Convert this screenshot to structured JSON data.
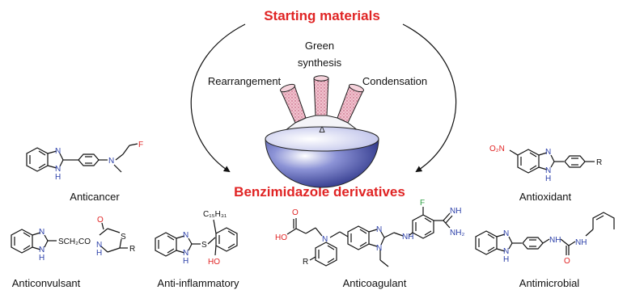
{
  "title_top": "Starting materials",
  "title_center": "Benzimidazole derivatives",
  "methods": {
    "green_line1": "Green",
    "green_line2": "synthesis",
    "rearrangement": "Rearrangement",
    "condensation": "Condensation"
  },
  "flask_symbol": "Δ",
  "activities": {
    "anticancer": "Anticancer",
    "antioxidant": "Antioxidant",
    "anticonvulsant": "Anticonvulsant",
    "anti_inflammatory": "Anti-inflammatory",
    "anticoagulant": "Anticoagulant",
    "antimicrobial": "Antimicrobial"
  },
  "atoms": {
    "N": "N",
    "H": "H",
    "NH": "NH",
    "O": "O",
    "F": "F",
    "S": "S",
    "R": "R",
    "HO": "HO",
    "O2N": "O₂N",
    "NH2": "NH₂",
    "SCH2CO": "SCH₂CO",
    "C15H31": "C₁₅H₃₁"
  },
  "colors": {
    "title_red": "#e02424",
    "hetero_blue": "#2b3fa8",
    "oxygen_red": "#e02424",
    "fluorine_green": "#2ea043",
    "flask_blue": "#4a55a8",
    "neck_pink": "#e7a2b5"
  }
}
